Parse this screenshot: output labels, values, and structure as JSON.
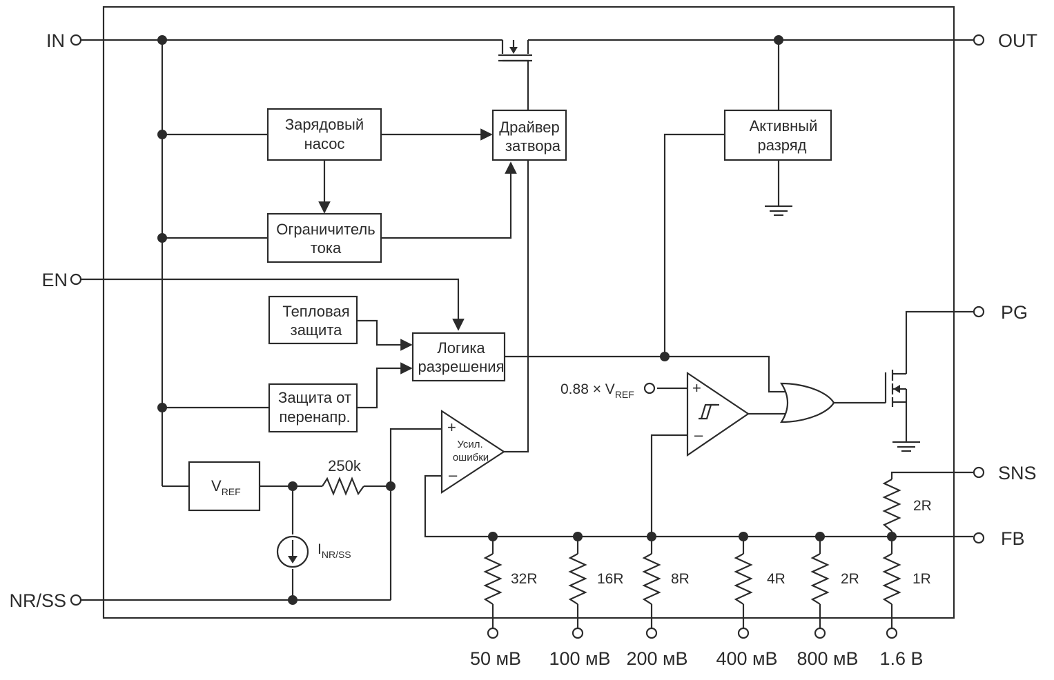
{
  "pins": {
    "in": "IN",
    "out": "OUT",
    "en": "EN",
    "pg": "PG",
    "sns": "SNS",
    "fb": "FB",
    "nrss": "NR/SS"
  },
  "blocks": {
    "charge_pump": [
      "Зарядовый",
      "насос"
    ],
    "gate_driver": [
      "Драйвер",
      "затвора"
    ],
    "current_limiter": [
      "Ограничитель",
      "тока"
    ],
    "active_discharge": [
      "Активный",
      "разряд"
    ],
    "thermal_protection": [
      "Тепловая",
      "защита"
    ],
    "enable_logic": [
      "Логика",
      "разрешения"
    ],
    "overvoltage_protection": [
      "Защита от",
      "перенапр."
    ],
    "vref": {
      "main": "V",
      "sub": "REF"
    },
    "error_amp": [
      "Усил.",
      "ошибки"
    ],
    "comparator_ref": {
      "prefix": "0.88 × V",
      "sub": "REF"
    }
  },
  "components": {
    "resistor_250k": "250k",
    "current_source": {
      "main": "I",
      "sub": "NR/SS"
    },
    "plus": "+",
    "minus": "–",
    "sns_resistor": "2R"
  },
  "divider": {
    "resistors": [
      "32R",
      "16R",
      "8R",
      "4R",
      "2R",
      "1R"
    ],
    "pins": [
      "50 мВ",
      "100 мВ",
      "200 мВ",
      "400 мВ",
      "800 мВ",
      "1.6 В"
    ]
  },
  "colors": {
    "line": "#2b2b2b",
    "background": "#ffffff"
  }
}
